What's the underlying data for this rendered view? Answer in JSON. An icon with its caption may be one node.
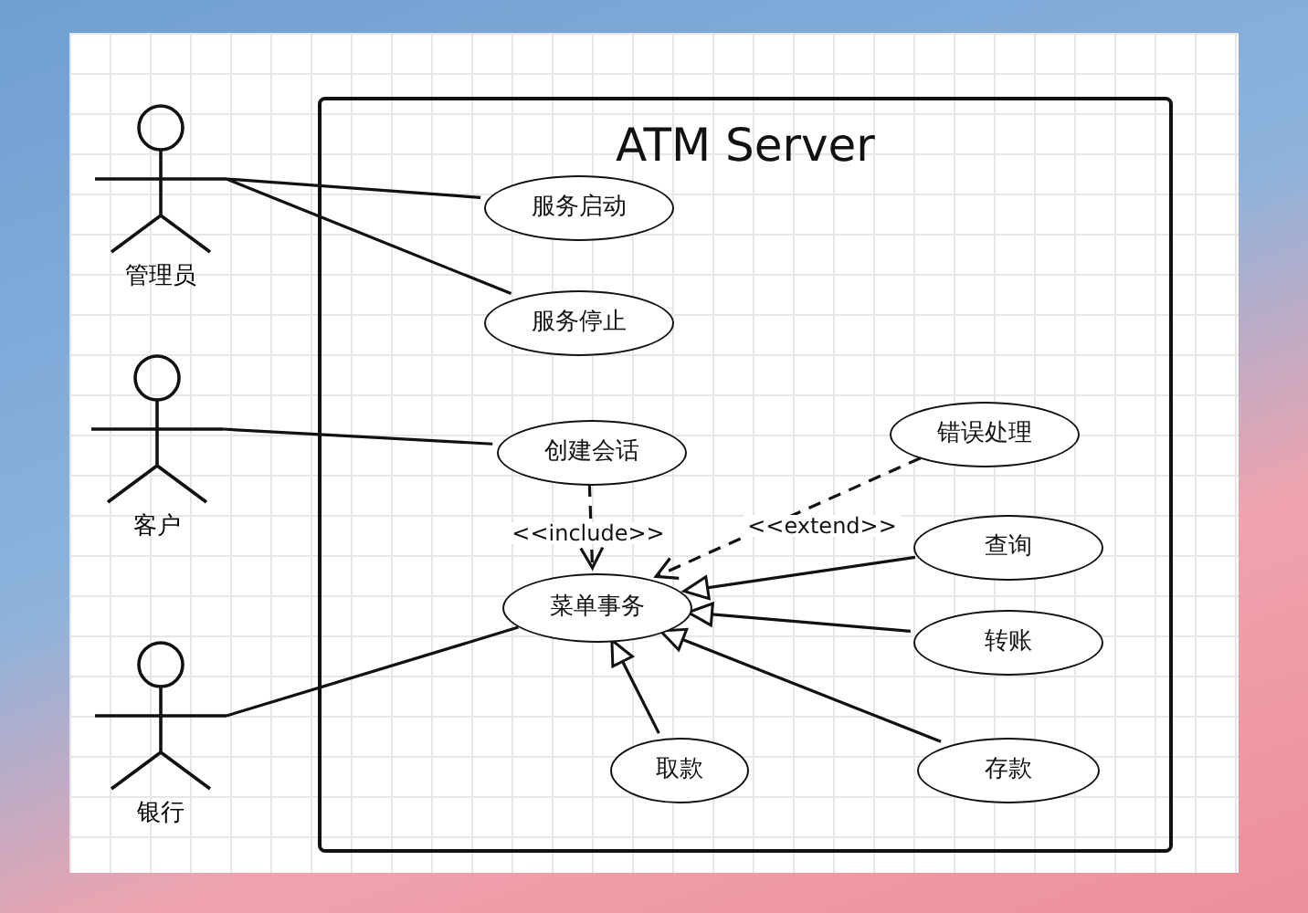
{
  "diagram": {
    "nodes": [
      {
        "text": [
          "管理员"
        ]
      },
      {
        "text": [
          "客户"
        ]
      },
      {
        "text": [
          "银行"
        ]
      },
      {
        "text": [
          "ATM Server"
        ]
      },
      {
        "text": [
          "服务启动"
        ],
        "in": 3
      },
      {
        "text": [
          "服务停止"
        ],
        "in": 3
      },
      {
        "text": [
          "错误处理"
        ],
        "in": 3
      },
      {
        "text": [
          "创建会话"
        ],
        "in": 3
      },
      {
        "text": [
          "查询"
        ],
        "in": 3
      },
      {
        "text": [
          "菜单事务"
        ],
        "in": 3
      },
      {
        "text": [
          "转账"
        ],
        "in": 3
      },
      {
        "text": [
          "取款"
        ],
        "in": 3
      },
      {
        "text": [
          "存款"
        ],
        "in": 3
      }
    ],
    "edges": [
      {
        "from": 0,
        "to": 4,
        "arrow": "none"
      },
      {
        "from": 0,
        "to": 5,
        "arrow": "none"
      },
      {
        "from": 1,
        "to": 7,
        "arrow": "none"
      },
      {
        "from": 2,
        "to": 9,
        "arrow": "none"
      },
      {
        "from": 7,
        "to": 9,
        "arrow": "to",
        "style": "dashed",
        "label": "<<include>>"
      },
      {
        "from": 6,
        "to": 9,
        "arrow": "to",
        "style": "dashed",
        "label": "<<extend>>"
      },
      {
        "from": 8,
        "to": 9,
        "arrow": "to"
      },
      {
        "from": 10,
        "to": 9,
        "arrow": "to"
      },
      {
        "from": 12,
        "to": 9,
        "arrow": "to"
      },
      {
        "from": 11,
        "to": 9,
        "arrow": "to"
      }
    ]
  }
}
